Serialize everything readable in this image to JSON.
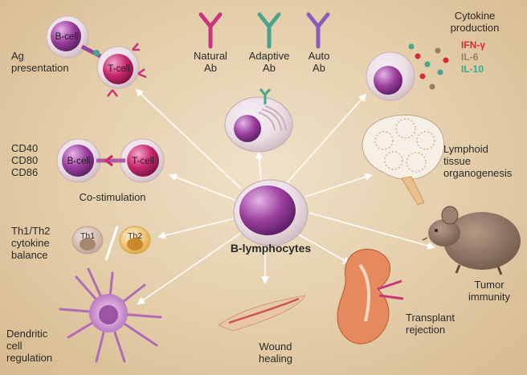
{
  "center": {
    "label": "B-lymphocytes"
  },
  "ag_presentation": {
    "label": "Ag\npresentation",
    "bcell": "B-cell",
    "tcell": "T-cell"
  },
  "antibodies": {
    "natural": "Natural\nAb",
    "adaptive": "Adaptive\nAb",
    "auto": "Auto\nAb"
  },
  "cytokine": {
    "title": "Cytokine\nproduction",
    "items": [
      "IFN-γ",
      "IL-6",
      "IL-10"
    ],
    "colors": [
      "#d8283a",
      "#9a7b6a",
      "#3aa88a"
    ]
  },
  "costim": {
    "markers": "CD40\nCD80\nCD86",
    "label": "Co-stimulation",
    "bcell": "B-cell",
    "tcell": "T-cell"
  },
  "lymphoid": {
    "label": "Lymphoid\ntissue\norganogenesis"
  },
  "th_balance": {
    "label": "Th1/Th2\ncytokine\nbalance",
    "th1": "Th1",
    "th2": "Th2"
  },
  "tumor": {
    "label": "Tumor\nimmunity"
  },
  "dendritic": {
    "label": "Dendritic\ncell\nregulation"
  },
  "wound": {
    "label": "Wound\nhealing"
  },
  "transplant": {
    "label": "Transplant\nrejection"
  },
  "colors": {
    "bcell_purple": "#9b3f9e",
    "tcell_magenta": "#c8286f",
    "arrow": "#ffffff",
    "ab_pink": "#c9347e",
    "ab_teal": "#4aa48d",
    "ab_violet": "#8a5bb8"
  }
}
